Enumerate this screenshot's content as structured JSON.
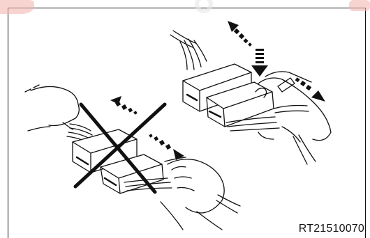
{
  "figure": {
    "code": "RT21510070",
    "panels": [
      {
        "name": "incorrect-method",
        "marker": "cross"
      },
      {
        "name": "correct-method",
        "marker": "none"
      }
    ],
    "colors": {
      "line": "#111111",
      "background": "#ffffff",
      "watermark": "#f2b8b0"
    }
  }
}
